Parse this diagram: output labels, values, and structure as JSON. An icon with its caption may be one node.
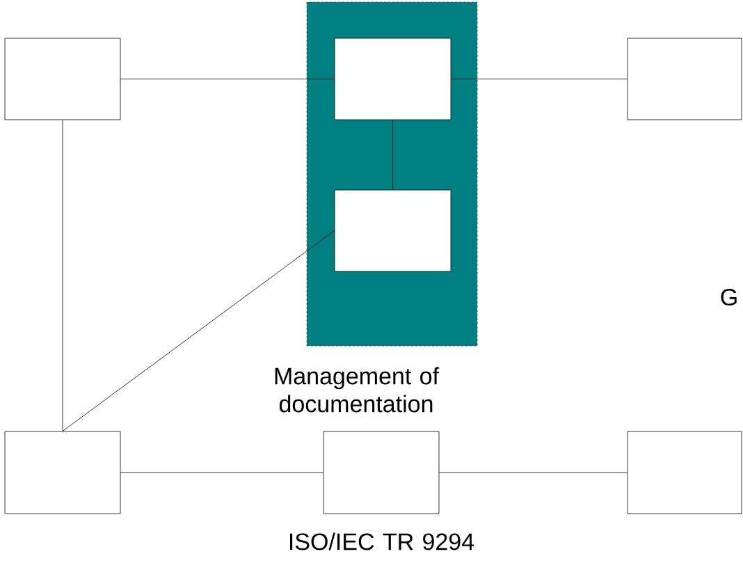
{
  "diagram": {
    "nodes": [
      {
        "text": [],
        "shape": "box"
      },
      {
        "text": [],
        "shape": "box",
        "beside": [
          "Management of documentation"
        ]
      },
      {
        "text": [],
        "shape": "box",
        "in": 1
      },
      {
        "text": [],
        "shape": "box",
        "in": 1
      },
      {
        "text": [],
        "shape": "box"
      },
      {
        "text": [],
        "shape": "box"
      },
      {
        "text": [],
        "shape": "box",
        "beside": [
          "ISO/IEC TR 9294"
        ]
      },
      {
        "text": [],
        "shape": "box"
      }
    ],
    "edges": [
      {
        "from": 0,
        "to": 2,
        "arrow": "none"
      },
      {
        "from": 2,
        "to": 4,
        "arrow": "none"
      },
      {
        "from": 2,
        "to": 3,
        "arrow": "none"
      },
      {
        "from": 0,
        "to": 5,
        "arrow": "none"
      },
      {
        "from": 5,
        "to": 3,
        "arrow": "none"
      },
      {
        "from": 5,
        "to": 6,
        "arrow": "none"
      },
      {
        "from": 6,
        "to": 7,
        "arrow": "none"
      }
    ],
    "labels": [
      "G"
    ]
  }
}
